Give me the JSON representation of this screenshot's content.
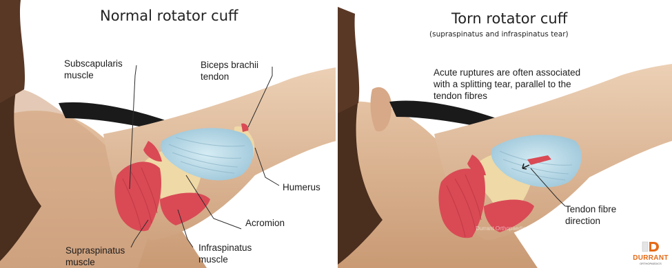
{
  "left_panel": {
    "title": "Normal rotator cuff",
    "labels": {
      "subscapularis": [
        "Subscapularis",
        "muscle"
      ],
      "biceps": [
        "Biceps brachii",
        "tendon"
      ],
      "humerus": "Humerus",
      "acromion": "Acromion",
      "supraspinatus": [
        "Supraspinatus",
        "muscle"
      ],
      "infraspinatus": [
        "Infraspinatus",
        "muscle"
      ]
    }
  },
  "right_panel": {
    "title": "Torn rotator cuff",
    "subtitle": "(supraspinatus and infraspinatus tear)",
    "note": [
      "Acute ruptures are often associated",
      "with a splitting tear, parallel to the",
      "tendon fibres"
    ],
    "labels": {
      "tendon_fibre_direction": [
        "Tendon fibre",
        "direction"
      ]
    },
    "watermark": "Durrant Orthopaedics ©"
  },
  "logo": {
    "name": "DURRANT",
    "tagline": "ORTHOPAEDICS"
  },
  "colors": {
    "skin": "#d9b18f",
    "skin_shadow": "#b98c68",
    "hair": "#4a2e1e",
    "tendon": "#b9d8e6",
    "muscle": "#d94a55",
    "bone": "#efd9a6",
    "shirt": "#1a1a1a",
    "accent": "#e56a17"
  }
}
